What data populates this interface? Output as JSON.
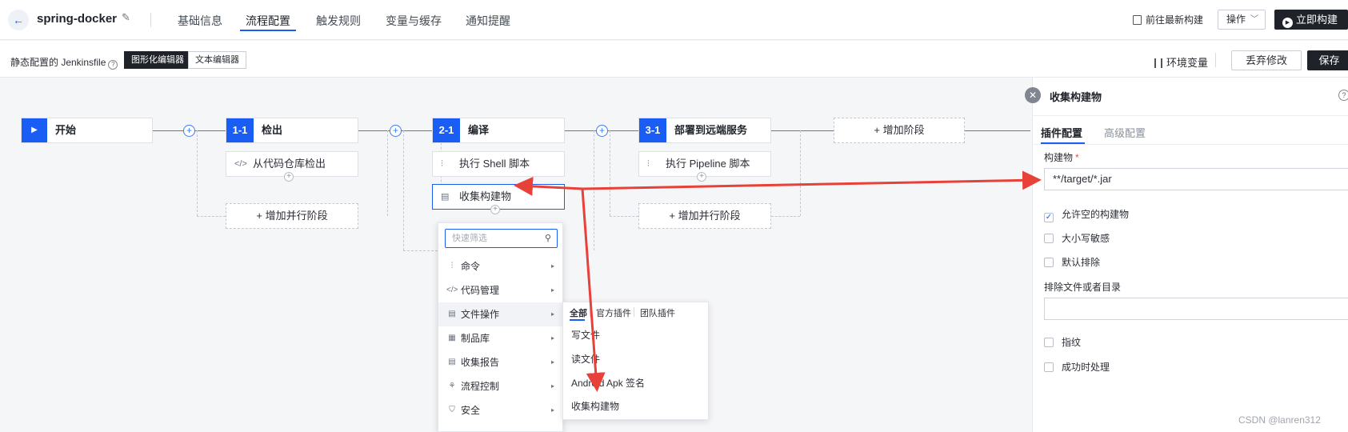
{
  "header": {
    "project_name": "spring-docker",
    "tabs": [
      {
        "label": "基础信息"
      },
      {
        "label": "流程配置"
      },
      {
        "label": "触发规则"
      },
      {
        "label": "变量与缓存"
      },
      {
        "label": "通知提醒"
      }
    ],
    "goto_latest": "前往最新构建",
    "ops_label": "操作",
    "build_now": "立即构建"
  },
  "toolbar": {
    "jenkinsfile_label": "静态配置的 Jenkinsfile",
    "graph_editor": "图形化编辑器",
    "text_editor": "文本编辑器",
    "env_vars": "环境变量",
    "discard": "丢弃修改",
    "save": "保存"
  },
  "pipeline": {
    "start": "开始",
    "stages": [
      {
        "num": "1-1",
        "title": "检出",
        "step": "从代码仓库检出",
        "add_parallel": "+ 增加并行阶段"
      },
      {
        "num": "2-1",
        "title": "编译",
        "steps": [
          "执行 Shell 脚本",
          "收集构建物"
        ]
      },
      {
        "num": "3-1",
        "title": "部署到远端服务",
        "step": "执行 Pipeline 脚本",
        "add_parallel": "+ 增加并行阶段"
      }
    ],
    "add_stage": "+ 增加阶段"
  },
  "dropdown": {
    "search_placeholder": "快速筛选",
    "items": [
      {
        "label": "命令"
      },
      {
        "label": "代码管理"
      },
      {
        "label": "文件操作"
      },
      {
        "label": "制品库"
      },
      {
        "label": "收集报告"
      },
      {
        "label": "流程控制"
      },
      {
        "label": "安全"
      }
    ],
    "sub_tabs": [
      "全部",
      "官方插件",
      "团队插件"
    ],
    "sub_items": [
      "写文件",
      "读文件",
      "Android Apk 签名",
      "收集构建物"
    ]
  },
  "panel": {
    "title": "收集构建物",
    "tabs": [
      "插件配置",
      "高级配置"
    ],
    "artifact_label": "构建物",
    "artifact_value": "**/target/*.jar",
    "checkboxes": [
      {
        "label": "允许空的构建物",
        "checked": true
      },
      {
        "label": "大小写敏感",
        "checked": false
      },
      {
        "label": "默认排除",
        "checked": false
      }
    ],
    "exclude_label": "排除文件或者目录",
    "checkboxes2": [
      {
        "label": "指纹",
        "checked": false
      },
      {
        "label": "成功时处理",
        "checked": false
      }
    ]
  },
  "watermark": "CSDN @lanren312",
  "colors": {
    "accent": "#1a5df5",
    "dark": "#1f2329",
    "annotation": "#e8413a"
  }
}
